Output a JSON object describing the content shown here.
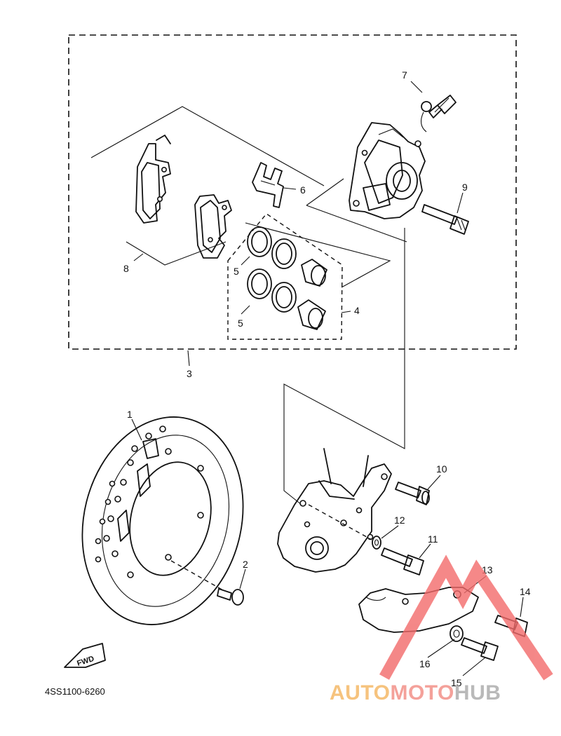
{
  "diagram": {
    "code": "4SS1100-6260",
    "fwd_label": "FWD",
    "callouts": [
      "1",
      "2",
      "3",
      "4",
      "5",
      "5",
      "6",
      "7",
      "8",
      "9",
      "10",
      "11",
      "12",
      "13",
      "14",
      "15",
      "16"
    ]
  },
  "watermark": {
    "word_a": "AUTO",
    "word_b": "MOTO",
    "word_c": "HUB",
    "colors": {
      "auto": "#f5b55f",
      "moto": "#f28a82",
      "hub": "#a8a8a8",
      "triangle": "#f26a6a"
    }
  }
}
